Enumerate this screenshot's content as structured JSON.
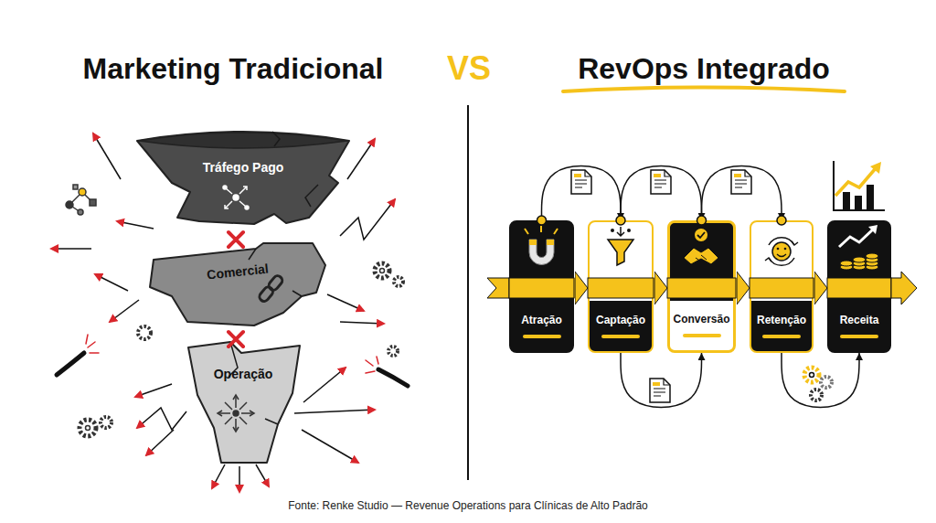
{
  "diagram": {
    "caption": "Fonte: Renke Studio — Revenue Operations para Clínicas de Alto Padrão",
    "nodes": [
      {
        "text": [
          "Tráfego Pago"
        ]
      },
      {
        "text": [
          "Comercial"
        ]
      },
      {
        "text": [
          "Operação"
        ]
      },
      {
        "text": [
          "Atração"
        ]
      },
      {
        "text": [
          "Captação"
        ]
      },
      {
        "text": [
          "Conversão"
        ]
      },
      {
        "text": [
          "Retenção"
        ]
      },
      {
        "text": [
          "Receita"
        ]
      }
    ],
    "edges": [
      {
        "from": 3,
        "to": 4,
        "arrow": "to"
      },
      {
        "from": 4,
        "to": 5,
        "arrow": "to"
      },
      {
        "from": 5,
        "to": 6,
        "arrow": "to"
      },
      {
        "from": 6,
        "to": 7,
        "arrow": "to"
      },
      {
        "from": 3,
        "to": 4,
        "arrow": "to"
      },
      {
        "from": 4,
        "to": 5,
        "arrow": "to"
      },
      {
        "from": 5,
        "to": 6,
        "arrow": "to"
      },
      {
        "from": 4,
        "to": 5,
        "arrow": "to"
      },
      {
        "from": 6,
        "to": 7,
        "arrow": "to"
      }
    ],
    "labels": [
      "Marketing Tradicional",
      "VS",
      "RevOps Integrado"
    ]
  }
}
